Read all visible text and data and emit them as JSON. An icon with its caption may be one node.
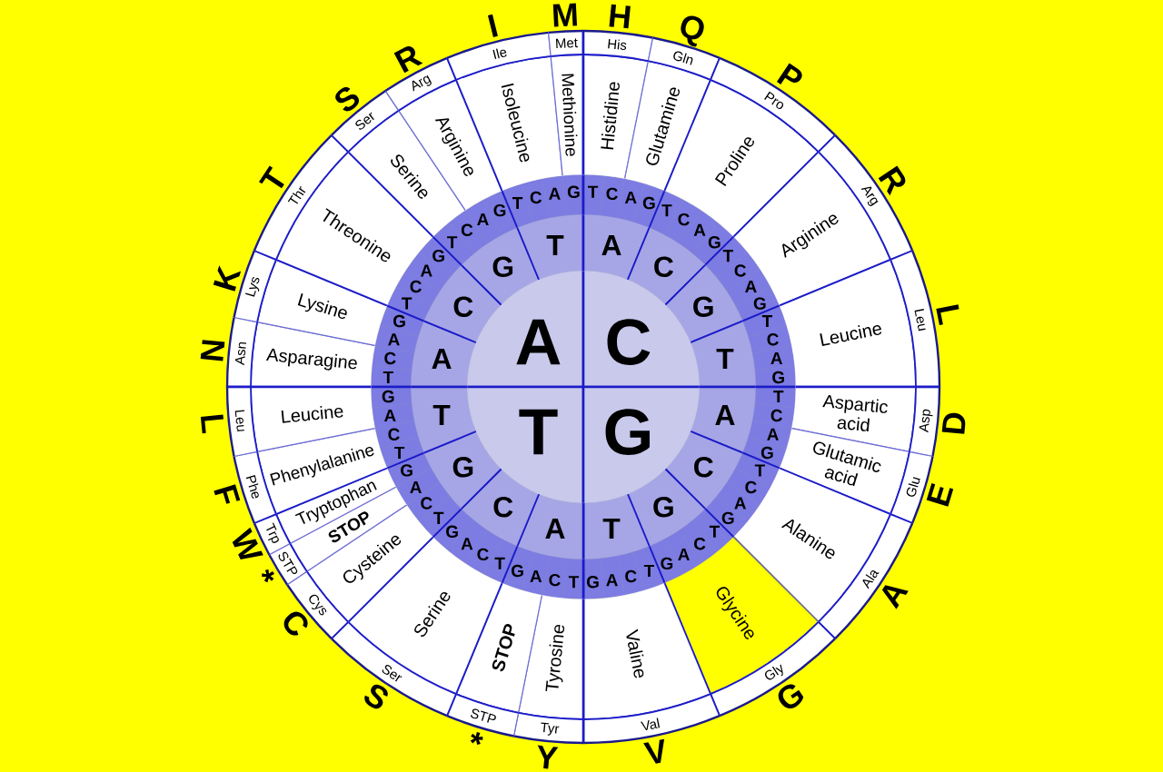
{
  "diagram": {
    "nodes": [
      {
        "text": [
          "A"
        ]
      },
      {
        "text": [
          "C"
        ]
      },
      {
        "text": [
          "T"
        ]
      },
      {
        "text": [
          "G"
        ]
      },
      {
        "text": [
          "A"
        ]
      },
      {
        "text": [
          "C"
        ]
      },
      {
        "text": [
          "G"
        ]
      },
      {
        "text": [
          "T"
        ]
      },
      {
        "text": [
          "A"
        ]
      },
      {
        "text": [
          "C"
        ]
      },
      {
        "text": [
          "G"
        ]
      },
      {
        "text": [
          "T"
        ]
      },
      {
        "text": [
          "A"
        ]
      },
      {
        "text": [
          "C"
        ]
      },
      {
        "text": [
          "G"
        ]
      },
      {
        "text": [
          "T"
        ]
      },
      {
        "text": [
          "A"
        ]
      },
      {
        "text": [
          "C"
        ]
      },
      {
        "text": [
          "G"
        ]
      },
      {
        "text": [
          "T"
        ]
      },
      {
        "text": [
          "T"
        ]
      },
      {
        "text": [
          "C"
        ]
      },
      {
        "text": [
          "A"
        ]
      },
      {
        "text": [
          "G"
        ]
      },
      {
        "text": [
          "T"
        ]
      },
      {
        "text": [
          "C"
        ]
      },
      {
        "text": [
          "A"
        ]
      },
      {
        "text": [
          "G"
        ]
      },
      {
        "text": [
          "T"
        ]
      },
      {
        "text": [
          "C"
        ]
      },
      {
        "text": [
          "A"
        ]
      },
      {
        "text": [
          "G"
        ]
      },
      {
        "text": [
          "T"
        ]
      },
      {
        "text": [
          "C"
        ]
      },
      {
        "text": [
          "A"
        ]
      },
      {
        "text": [
          "G"
        ]
      },
      {
        "text": [
          "T"
        ]
      },
      {
        "text": [
          "C"
        ]
      },
      {
        "text": [
          "A"
        ]
      },
      {
        "text": [
          "G"
        ]
      },
      {
        "text": [
          "T"
        ]
      },
      {
        "text": [
          "C"
        ]
      },
      {
        "text": [
          "A"
        ]
      },
      {
        "text": [
          "G"
        ]
      },
      {
        "text": [
          "T"
        ]
      },
      {
        "text": [
          "C"
        ]
      },
      {
        "text": [
          "A"
        ]
      },
      {
        "text": [
          "G"
        ]
      },
      {
        "text": [
          "T"
        ]
      },
      {
        "text": [
          "C"
        ]
      },
      {
        "text": [
          "A"
        ]
      },
      {
        "text": [
          "G"
        ]
      },
      {
        "text": [
          "T"
        ]
      },
      {
        "text": [
          "C"
        ]
      },
      {
        "text": [
          "A"
        ]
      },
      {
        "text": [
          "G"
        ]
      },
      {
        "text": [
          "T"
        ]
      },
      {
        "text": [
          "C"
        ]
      },
      {
        "text": [
          "A"
        ]
      },
      {
        "text": [
          "G"
        ]
      },
      {
        "text": [
          "T"
        ]
      },
      {
        "text": [
          "C"
        ]
      },
      {
        "text": [
          "A"
        ]
      },
      {
        "text": [
          "G"
        ]
      },
      {
        "text": [
          "T"
        ]
      },
      {
        "text": [
          "C"
        ]
      },
      {
        "text": [
          "A"
        ]
      },
      {
        "text": [
          "G"
        ]
      },
      {
        "text": [
          "T"
        ]
      },
      {
        "text": [
          "C"
        ]
      },
      {
        "text": [
          "A"
        ]
      },
      {
        "text": [
          "G"
        ]
      },
      {
        "text": [
          "T"
        ]
      },
      {
        "text": [
          "C"
        ]
      },
      {
        "text": [
          "A"
        ]
      },
      {
        "text": [
          "G"
        ]
      },
      {
        "text": [
          "T"
        ]
      },
      {
        "text": [
          "C"
        ]
      },
      {
        "text": [
          "A"
        ]
      },
      {
        "text": [
          "G"
        ]
      },
      {
        "text": [
          "T"
        ]
      },
      {
        "text": [
          "C"
        ]
      },
      {
        "text": [
          "A"
        ]
      },
      {
        "text": [
          "G"
        ]
      },
      {
        "text": [
          "Asparagine"
        ]
      },
      {
        "text": [
          "Lysine"
        ]
      },
      {
        "text": [
          "Threonine"
        ]
      },
      {
        "text": [
          "Serine"
        ]
      },
      {
        "text": [
          "Arginine"
        ]
      },
      {
        "text": [
          "Isoleucine"
        ]
      },
      {
        "text": [
          "Methionine"
        ]
      },
      {
        "text": [
          "Histidine"
        ]
      },
      {
        "text": [
          "Glutamine"
        ]
      },
      {
        "text": [
          "Proline"
        ]
      },
      {
        "text": [
          "Arginine"
        ]
      },
      {
        "text": [
          "Leucine"
        ]
      },
      {
        "text": [
          "Aspartic acid"
        ]
      },
      {
        "text": [
          "Glutamic acid"
        ]
      },
      {
        "text": [
          "Alanine"
        ]
      },
      {
        "text": [
          "Glycine"
        ]
      },
      {
        "text": [
          "Valine"
        ]
      },
      {
        "text": [
          "Tyrosine"
        ]
      },
      {
        "text": [
          "STOP"
        ]
      },
      {
        "text": [
          "Serine"
        ]
      },
      {
        "text": [
          "Cysteine"
        ]
      },
      {
        "text": [
          "STOP"
        ]
      },
      {
        "text": [
          "Tryptophan"
        ]
      },
      {
        "text": [
          "Phenylalanine"
        ]
      },
      {
        "text": [
          "Leucine"
        ]
      },
      {
        "text": [
          "Asn"
        ],
        "beside": [
          "N"
        ]
      },
      {
        "text": [
          "Lys"
        ],
        "beside": [
          "K"
        ]
      },
      {
        "text": [
          "Thr"
        ],
        "beside": [
          "T"
        ]
      },
      {
        "text": [
          "Ser"
        ],
        "beside": [
          "S"
        ]
      },
      {
        "text": [
          "Arg"
        ],
        "beside": [
          "R"
        ]
      },
      {
        "text": [
          "Ile"
        ],
        "beside": [
          "I"
        ]
      },
      {
        "text": [
          "Met"
        ],
        "beside": [
          "M"
        ]
      },
      {
        "text": [
          "His"
        ],
        "beside": [
          "H"
        ]
      },
      {
        "text": [
          "Gln"
        ],
        "beside": [
          "Q"
        ]
      },
      {
        "text": [
          "Pro"
        ],
        "beside": [
          "P"
        ]
      },
      {
        "text": [
          "Arg"
        ],
        "beside": [
          "R"
        ]
      },
      {
        "text": [
          "Leu"
        ],
        "beside": [
          "L"
        ]
      },
      {
        "text": [
          "Asp"
        ],
        "beside": [
          "D"
        ]
      },
      {
        "text": [
          "Glu"
        ],
        "beside": [
          "E"
        ]
      },
      {
        "text": [
          "Ala"
        ],
        "beside": [
          "A"
        ]
      },
      {
        "text": [
          "Gly"
        ],
        "beside": [
          "G"
        ]
      },
      {
        "text": [
          "Val"
        ],
        "beside": [
          "V"
        ]
      },
      {
        "text": [
          "Tyr"
        ],
        "beside": [
          "Y"
        ]
      },
      {
        "text": [
          "STP"
        ],
        "beside": [
          "*"
        ]
      },
      {
        "text": [
          "Ser"
        ],
        "beside": [
          "S"
        ]
      },
      {
        "text": [
          "Cys"
        ],
        "beside": [
          "C"
        ]
      },
      {
        "text": [
          "STP"
        ],
        "beside": [
          "*"
        ]
      },
      {
        "text": [
          "Trp"
        ],
        "beside": [
          "W"
        ]
      },
      {
        "text": [
          "Phe"
        ],
        "beside": [
          "F"
        ]
      },
      {
        "text": [
          "Leu"
        ],
        "beside": [
          "L"
        ]
      }
    ]
  }
}
